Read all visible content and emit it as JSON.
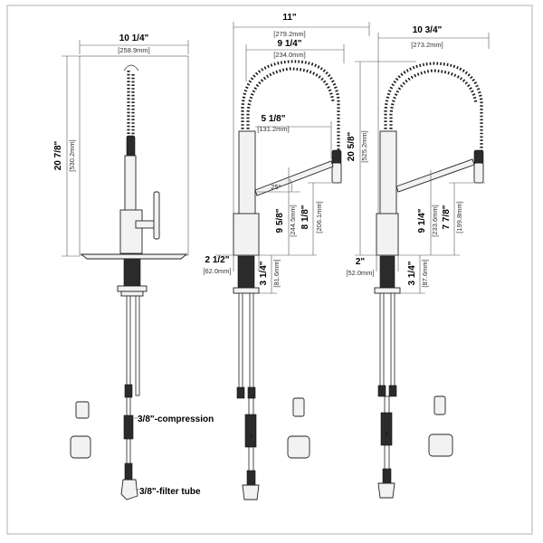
{
  "colors": {
    "line": "#333333",
    "dark": "#1a1a1a",
    "frame": "#bdbdbd",
    "fill": "#f2f2f2"
  },
  "view1": {
    "width_in": "10 1/4\"",
    "width_mm": "[258.9mm]",
    "height_in": "20 7/8\"",
    "height_mm": "[530.2mm]"
  },
  "view2": {
    "width_in": "11\"",
    "width_mm": "[279.2mm]",
    "coil_in": "9 1/4\"",
    "coil_mm": "[234.0mm]",
    "spout_in": "5 1/8\"",
    "spout_mm": "[131.2mm]",
    "angle": "25°",
    "reach_in": "9 5/8\"",
    "reach_mm": "[244.5mm]",
    "spray_in": "8 1/8\"",
    "spray_mm": "[206.1mm]",
    "base_in": "2 1/2\"",
    "base_mm": "[62.0mm]",
    "shank_in": "3 1/4\"",
    "shank_mm": "[81.6mm]"
  },
  "view3": {
    "width_in": "10 3/4\"",
    "width_mm": "[273.2mm]",
    "height_in": "20 5/8\"",
    "height_mm": "[525.2mm]",
    "reach_in": "9 1/4\"",
    "reach_mm": "[233.6mm]",
    "spray_in": "7 7/8\"",
    "spray_mm": "[199.8mm]",
    "base_in": "2\"",
    "base_mm": "[52.0mm]",
    "shank_in": "3 1/4\"",
    "shank_mm": "[87.6mm]"
  },
  "labels": {
    "compression": "3/8\"-compression",
    "filter_tube": "3/8\"-filter tube"
  }
}
